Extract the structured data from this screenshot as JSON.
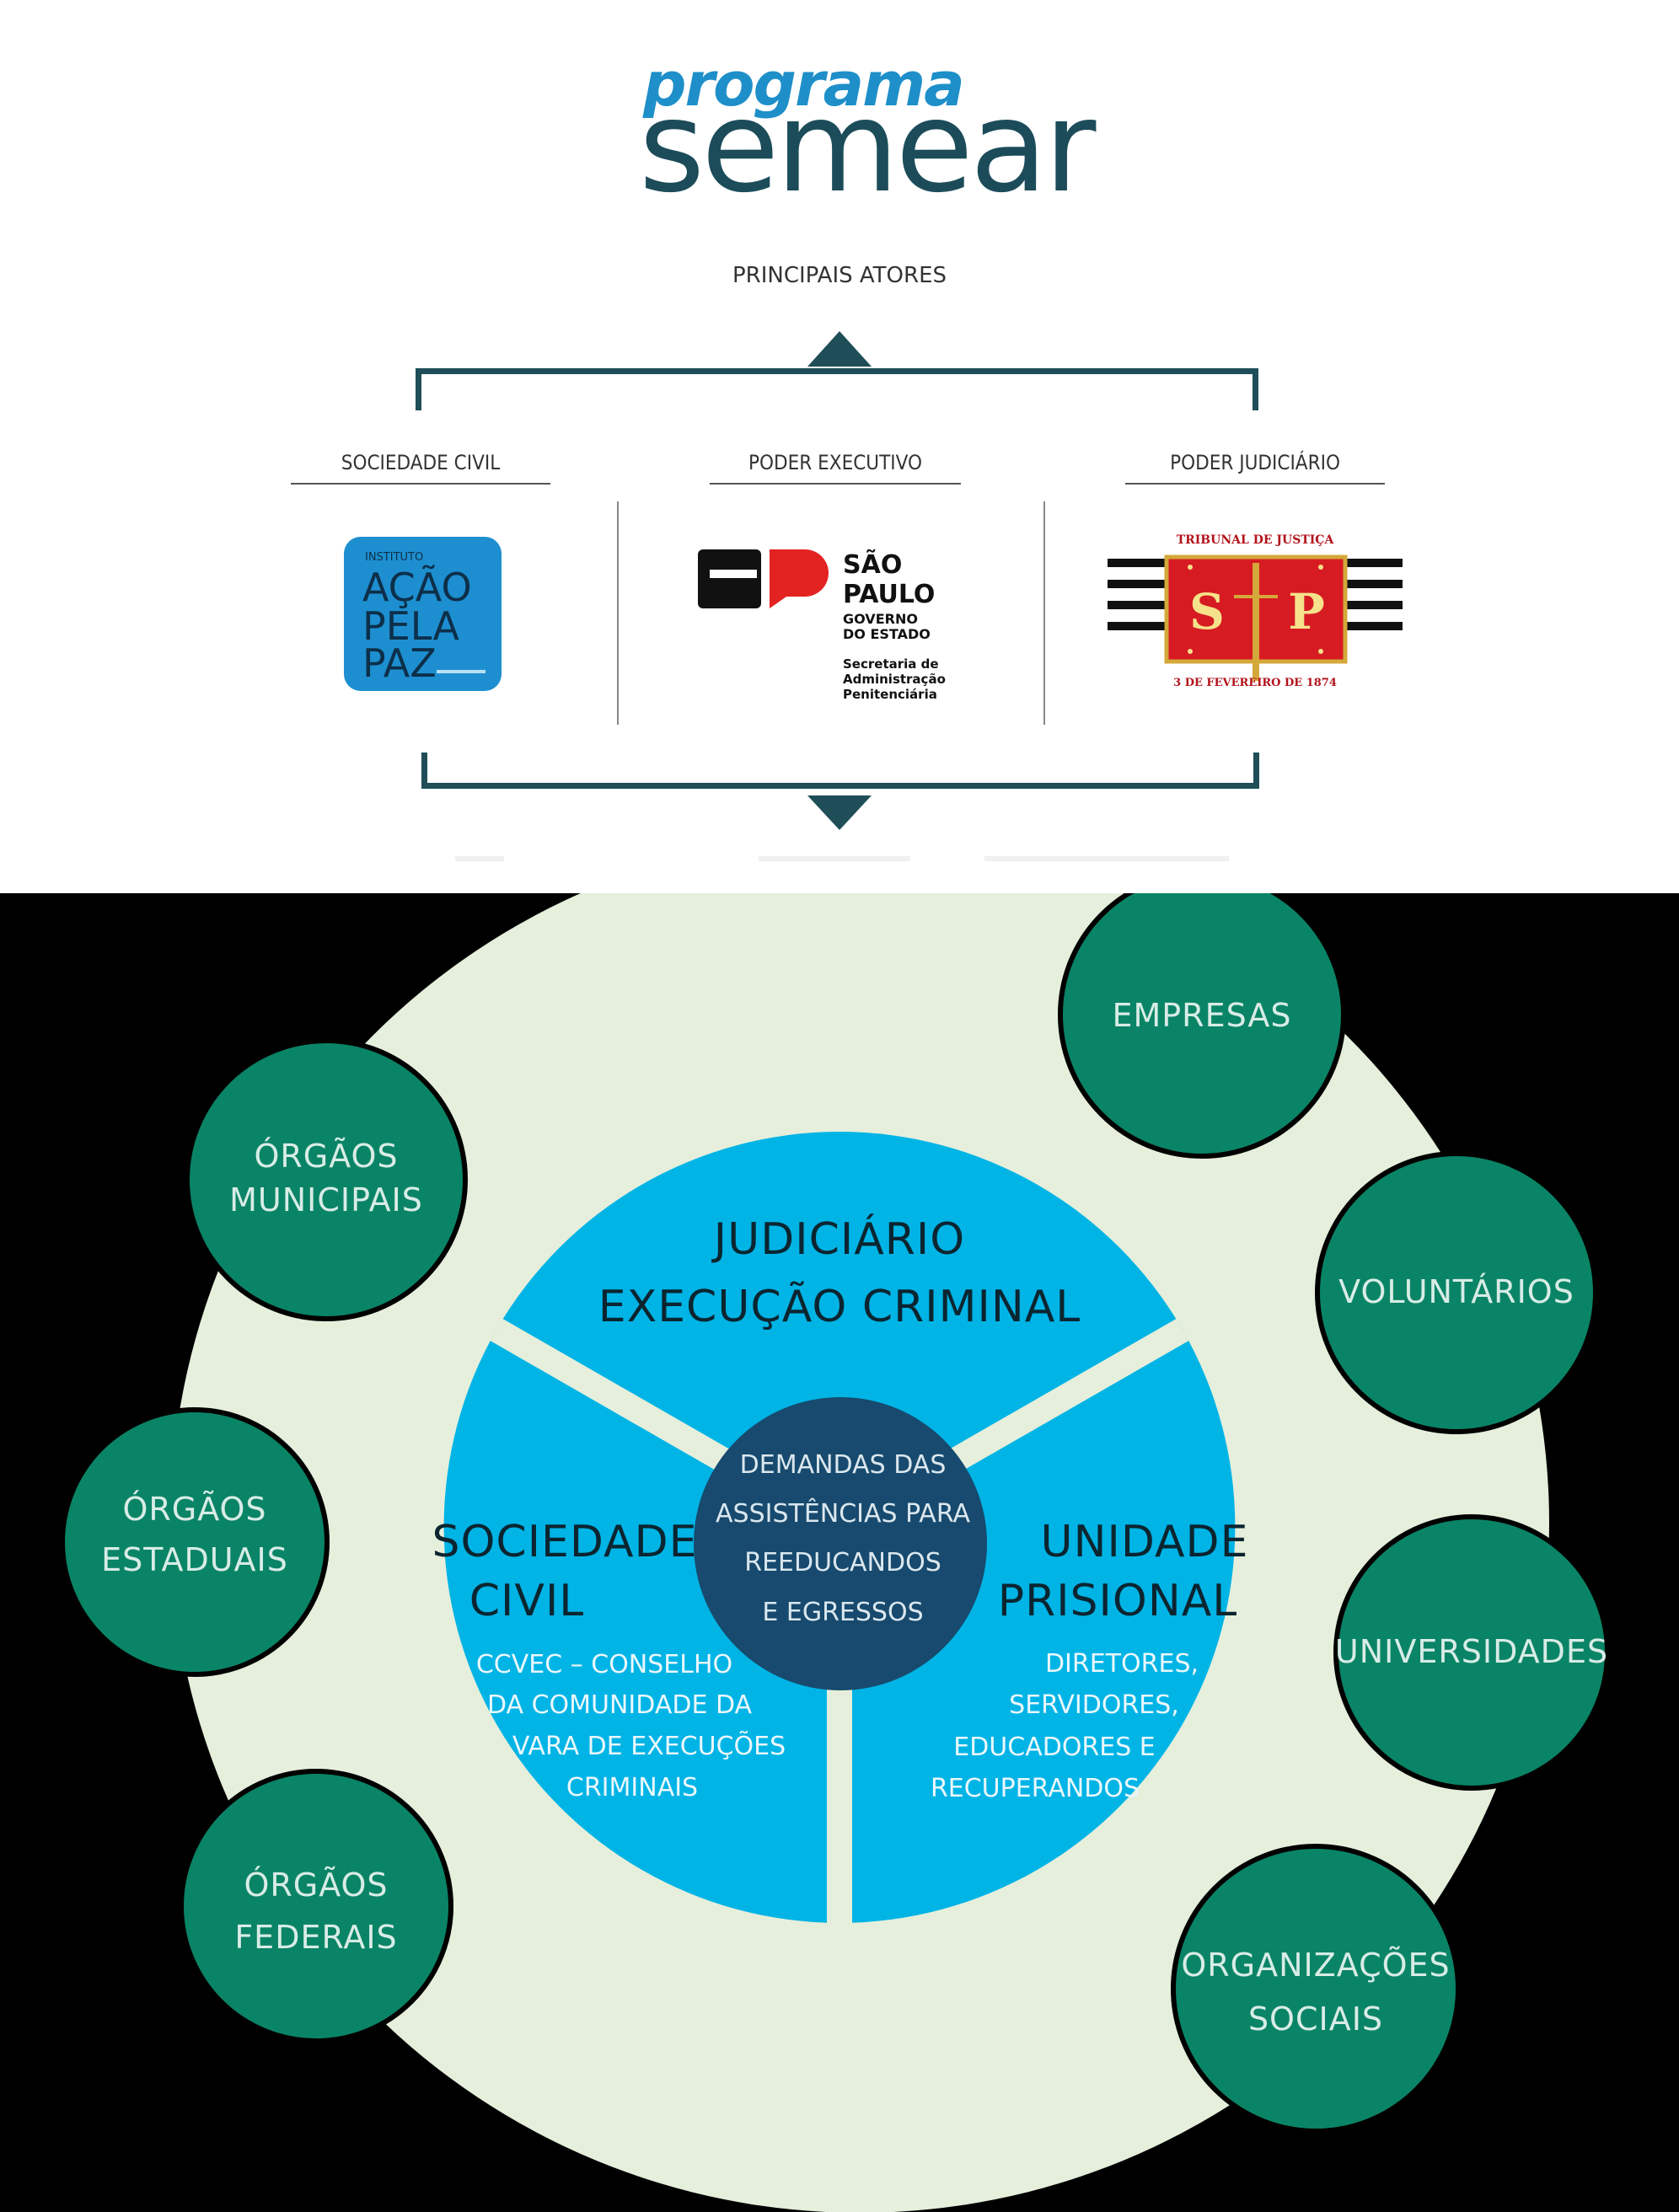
{
  "header": {
    "brand_line1": "programa",
    "brand_line2": "semear",
    "subtitle": "PRINCIPAIS ATORES"
  },
  "actors": [
    {
      "category": "SOCIEDADE CIVIL",
      "logo": {
        "small": "INSTITUTO",
        "lines": [
          "AÇÃO",
          "PELA",
          "PAZ"
        ]
      }
    },
    {
      "category": "PODER EXECUTIVO",
      "logo": {
        "line1": "SÃO",
        "line2": "PAULO",
        "line3": "GOVERNO",
        "line4": "DO ESTADO",
        "sub1": "Secretaria de",
        "sub2": "Administração",
        "sub3": "Penitenciária"
      }
    },
    {
      "category": "PODER JUDICIÁRIO",
      "logo": {
        "top": "TRIBUNAL DE JUSTIÇA",
        "left": "S",
        "right": "P",
        "bottom": "3 DE FEVEREIRO DE 1874"
      }
    }
  ],
  "center": [
    "DEMANDAS DAS",
    "ASSISTÊNCIAS PARA",
    "REEDUCANDOS",
    "E EGRESSOS"
  ],
  "sectors": {
    "top": {
      "title": [
        "JUDICIÁRIO",
        "EXECUÇÃO CRIMINAL"
      ]
    },
    "left": {
      "title": [
        "SOCIEDADE",
        "CIVIL"
      ],
      "body": [
        "CCVEC – CONSELHO",
        "DA COMUNIDADE DA",
        "VARA DE EXECUÇÕES",
        "CRIMINAIS"
      ]
    },
    "right": {
      "title": [
        "UNIDADE",
        "PRISIONAL"
      ],
      "body": [
        "DIRETORES,",
        "SERVIDORES,",
        "EDUCADORES E",
        "RECUPERANDOS"
      ]
    }
  },
  "satellites": {
    "municipais": [
      "ÓRGÃOS",
      "MUNICIPAIS"
    ],
    "estaduais": [
      "ÓRGÃOS",
      "ESTADUAIS"
    ],
    "federais": [
      "ÓRGÃOS",
      "FEDERAIS"
    ],
    "empresas": [
      "EMPRESAS"
    ],
    "voluntarios": [
      "VOLUNTÁRIOS"
    ],
    "universidades": [
      "UNIVERSIDADES"
    ],
    "organizacoes": [
      "ORGANIZAÇÕES",
      "SOCIAIS"
    ]
  },
  "colors": {
    "background": "#000000",
    "outer_circle": "#e5efdc",
    "satellite": "#0a8466",
    "sector": "#00b4e6",
    "center": "#174a6e",
    "brand_dark": "#1c4c5a",
    "brand_light": "#1e8fc9",
    "connector": "#1f4e59"
  }
}
